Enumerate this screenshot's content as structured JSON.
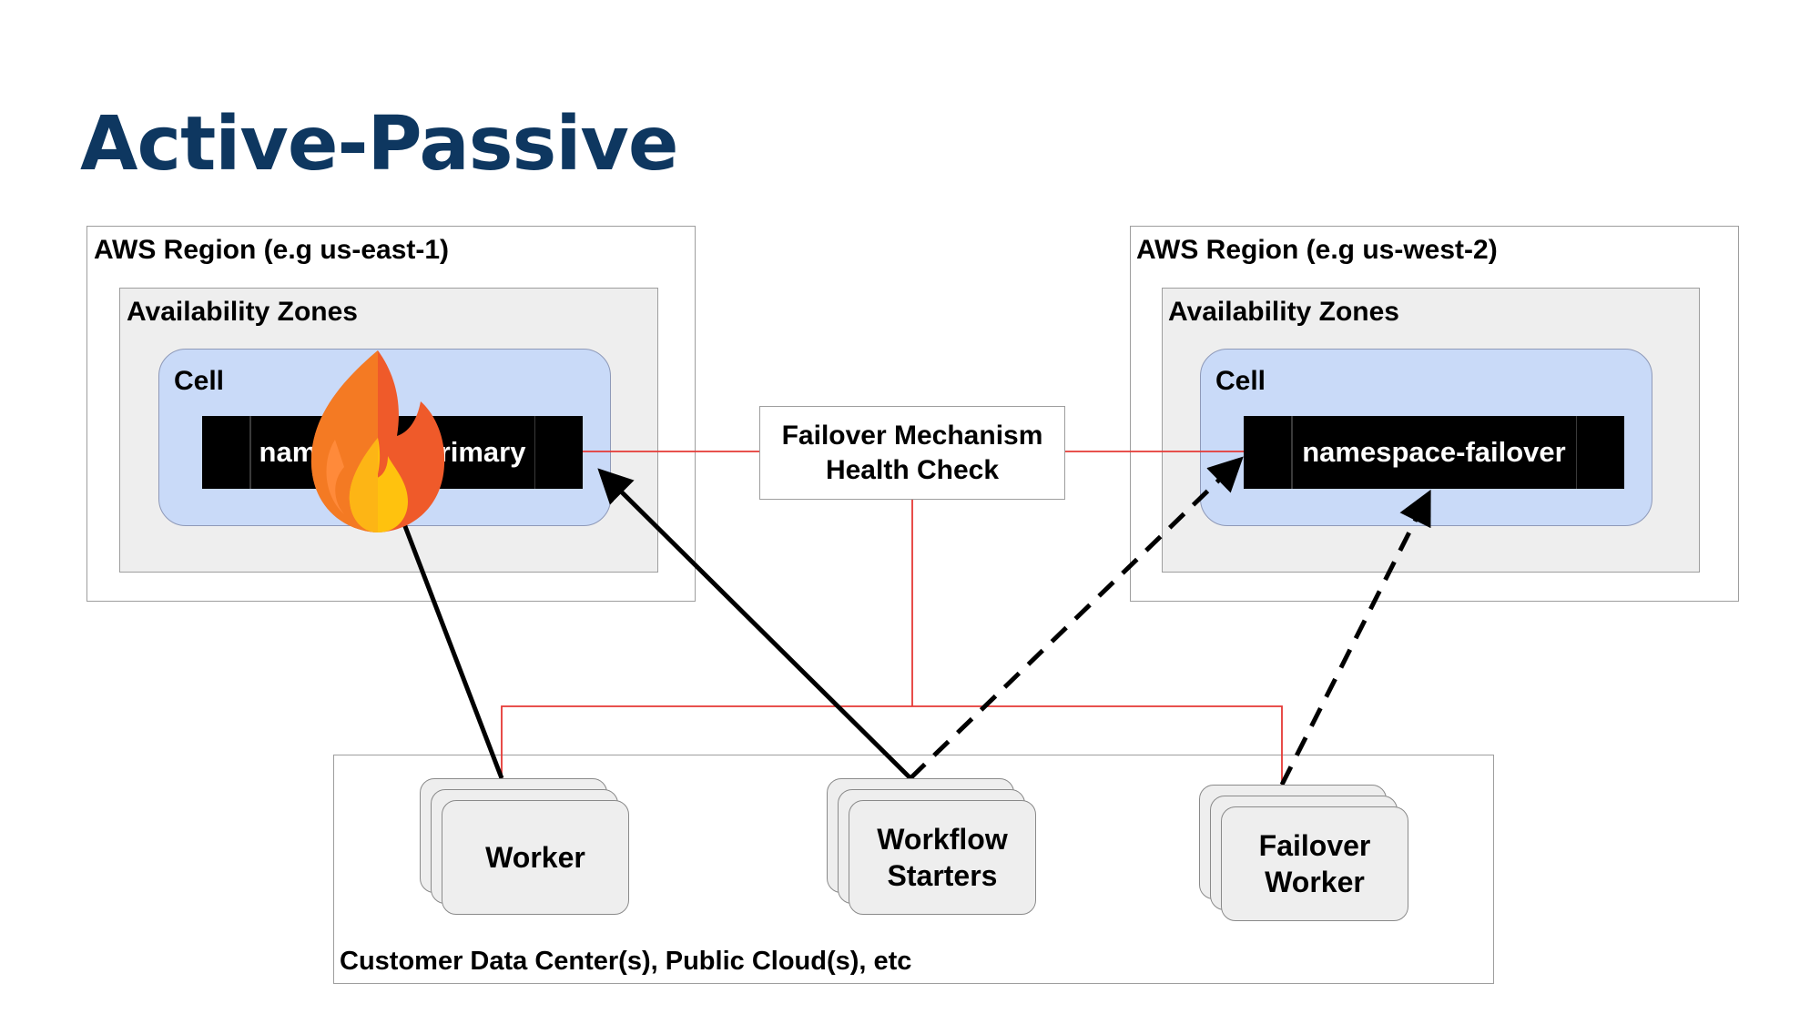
{
  "title": "Active-Passive",
  "left_region": {
    "label": "AWS Region (e.g us-east-1)",
    "az_label": "Availability Zones",
    "cell_label": "Cell",
    "namespace": "namespace-primary"
  },
  "right_region": {
    "label": "AWS Region (e.g us-west-2)",
    "az_label": "Availability Zones",
    "cell_label": "Cell",
    "namespace": "namespace-failover"
  },
  "failover_mechanism": {
    "line1": "Failover Mechanism",
    "line2": "Health Check"
  },
  "customer": {
    "label": "Customer Data Center(s), Public Cloud(s), etc",
    "worker": {
      "line1": "Worker"
    },
    "starters": {
      "line1": "Workflow",
      "line2": "Starters"
    },
    "failover_worker": {
      "line1": "Failover",
      "line2": "Worker"
    }
  },
  "status": {
    "primary": "failed",
    "icon": "fire-icon"
  },
  "colors": {
    "title": "#0e3760",
    "health_line": "#e53935",
    "cell_fill": "#c9daf8",
    "zone_fill": "#eeeeee"
  }
}
